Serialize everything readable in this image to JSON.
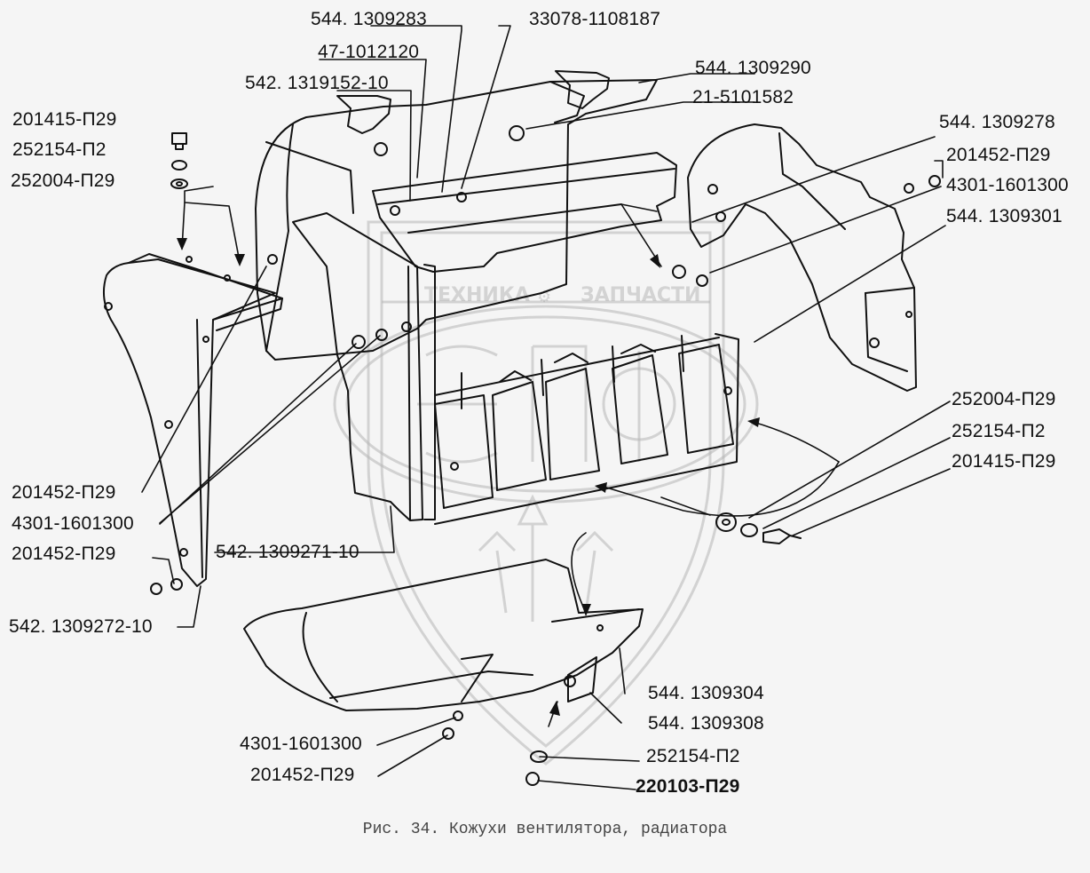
{
  "colors": {
    "background": "#f5f5f5",
    "line": "#111111",
    "watermark": "#b4b4b4"
  },
  "watermark": {
    "left_text": "ТЕХНИКА",
    "right_text": "ЗАПЧАСТИ",
    "logo_letters": "ЭПФ"
  },
  "labels": {
    "p544_1309283": "544. 1309283",
    "p33078_1108187": "33078-1108187",
    "p47_1012120": "47-1012120",
    "p544_1309290": "544. 1309290",
    "p542_1319152_10": "542. 1319152-10",
    "p21_5101582": "21-5101582",
    "p201415_p29_top": "201415-П29",
    "p544_1309278": "544. 1309278",
    "p252154_p2_top": "252154-П2",
    "p201452_p29_right": "201452-П29",
    "p252004_p29_top": "252004-П29",
    "p4301_1601300_right": "4301-1601300",
    "p544_1309301": "544. 1309301",
    "p252004_p29_right": "252004-П29",
    "p252154_p2_right": "252154-П2",
    "p201415_p29_right": "201415-П29",
    "p201452_p29_left1": "201452-П29",
    "p4301_1601300_left": "4301-1601300",
    "p201452_p29_left2": "201452-П29",
    "p542_1309271_10": "542. 1309271-10",
    "p542_1309272_10": "542. 1309272-10",
    "p544_1309304": "544. 1309304",
    "p544_1309308": "544. 1309308",
    "p4301_1601300_bottom": "4301-1601300",
    "p252154_p2_bottom": "252154-П2",
    "p201452_p29_bottom": "201452-П29",
    "p220103_p29": "220103-П29"
  },
  "caption": "Рис. 34. Кожухи вентилятора, радиатора"
}
